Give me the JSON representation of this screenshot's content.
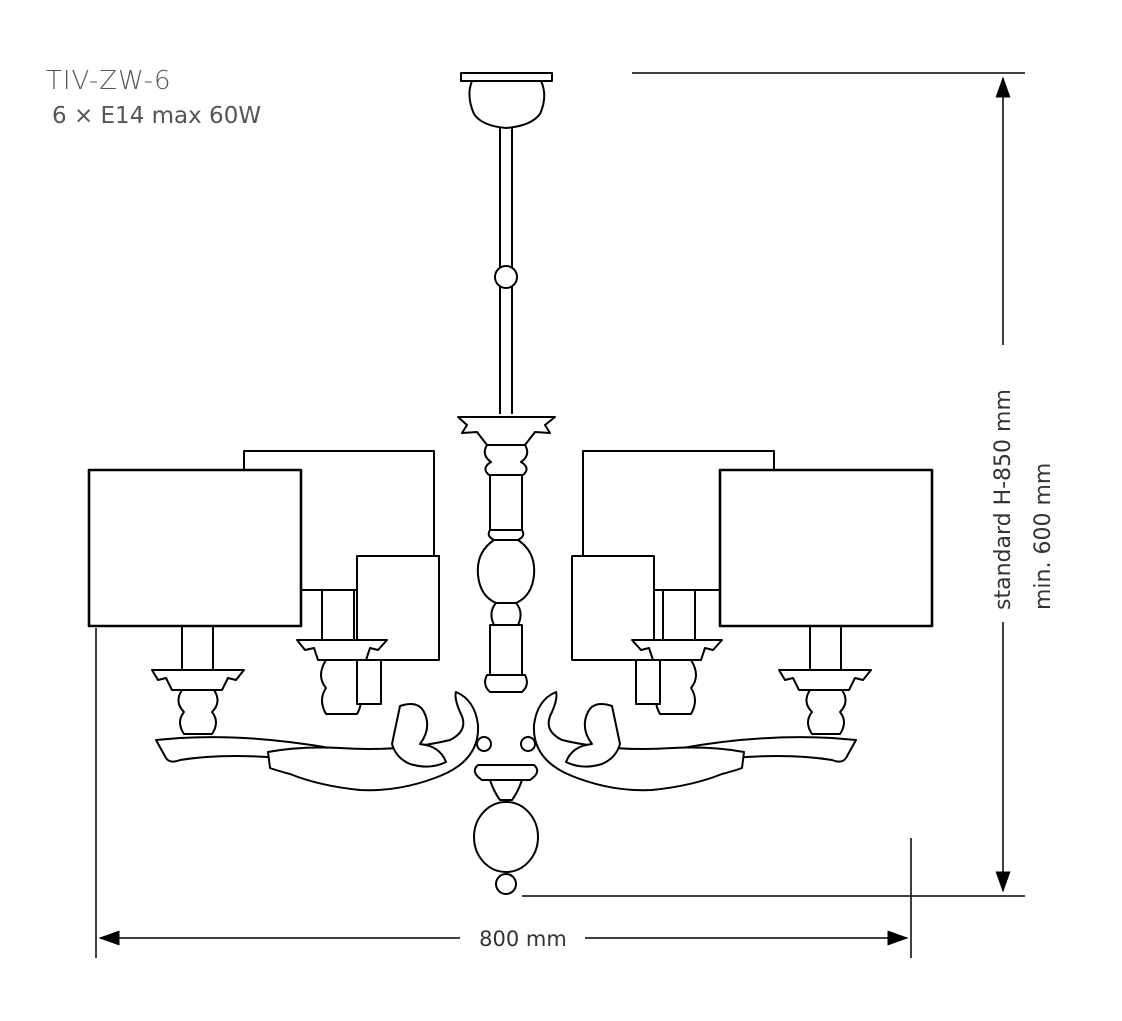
{
  "model": {
    "code": "TIV-ZW-6",
    "spec": "6 × E14 max 60W"
  },
  "dimensions": {
    "width_label": "800 mm",
    "height_standard_label": "standard H-850 mm",
    "height_min_label": "min. 600 mm"
  }
}
